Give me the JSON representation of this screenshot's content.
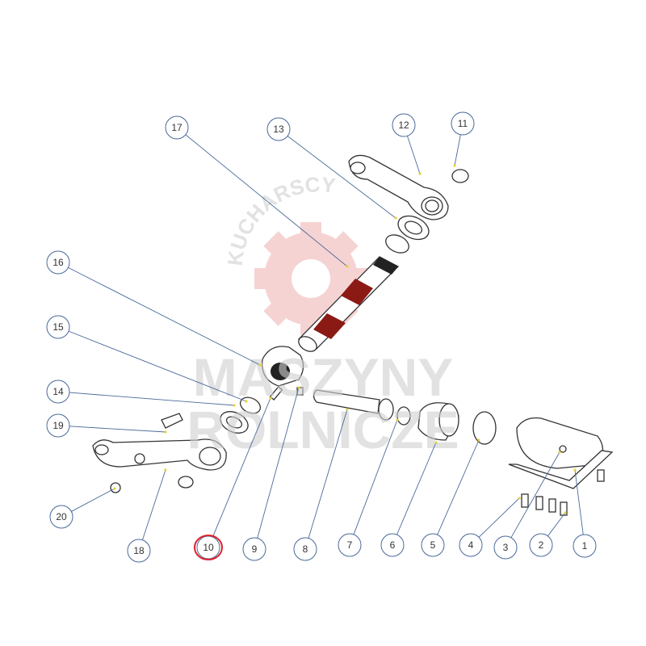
{
  "watermark": {
    "brand_arc": "KUCHARSCY",
    "line1": "MASZYNY",
    "line2": "ROLNICZE",
    "gear_color": "#f4c9c9"
  },
  "colors": {
    "highlight_part": "#8b1a14",
    "callout_stroke": "#4a6a9a",
    "highlight_circle": "#e0202a"
  },
  "highlighted_callout": "10",
  "callouts": [
    {
      "label": "17"
    },
    {
      "label": "13"
    },
    {
      "label": "12"
    },
    {
      "label": "11"
    },
    {
      "label": "16"
    },
    {
      "label": "15"
    },
    {
      "label": "14"
    },
    {
      "label": "19"
    },
    {
      "label": "20"
    },
    {
      "label": "18"
    },
    {
      "label": "10"
    },
    {
      "label": "9"
    },
    {
      "label": "8"
    },
    {
      "label": "7"
    },
    {
      "label": "6"
    },
    {
      "label": "5"
    },
    {
      "label": "4"
    },
    {
      "label": "3"
    },
    {
      "label": "2"
    },
    {
      "label": "1"
    }
  ]
}
